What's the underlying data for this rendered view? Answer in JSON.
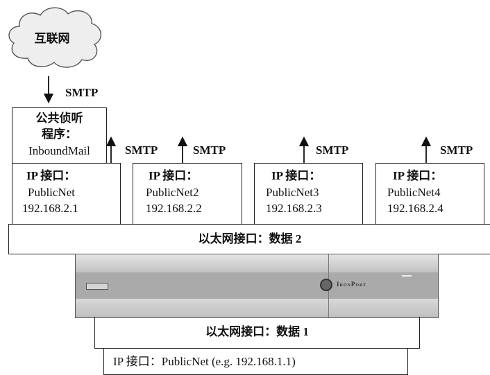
{
  "cloud": {
    "label": "互联网"
  },
  "smtp_label": "SMTP",
  "listener": {
    "line1": "公共侦听",
    "line2": "程序：",
    "line3": "InboundMail"
  },
  "interfaces": [
    {
      "title": "IP 接口：",
      "name": "PublicNet",
      "ip": "192.168.2.1"
    },
    {
      "title": "IP 接口：",
      "name": "PublicNet2",
      "ip": "192.168.2.2"
    },
    {
      "title": "IP 接口：",
      "name": "PublicNet3",
      "ip": "192.168.2.3"
    },
    {
      "title": "IP 接口：",
      "name": "PublicNet4",
      "ip": "192.168.2.4"
    }
  ],
  "ethernet_data2": "以太网接口：数据 2",
  "appliance": {
    "brand": "IronPort"
  },
  "ethernet_data1": "以太网接口：数据 1",
  "bottom_interface": "IP 接口：PublicNet (e.g. 192.168.1.1)"
}
